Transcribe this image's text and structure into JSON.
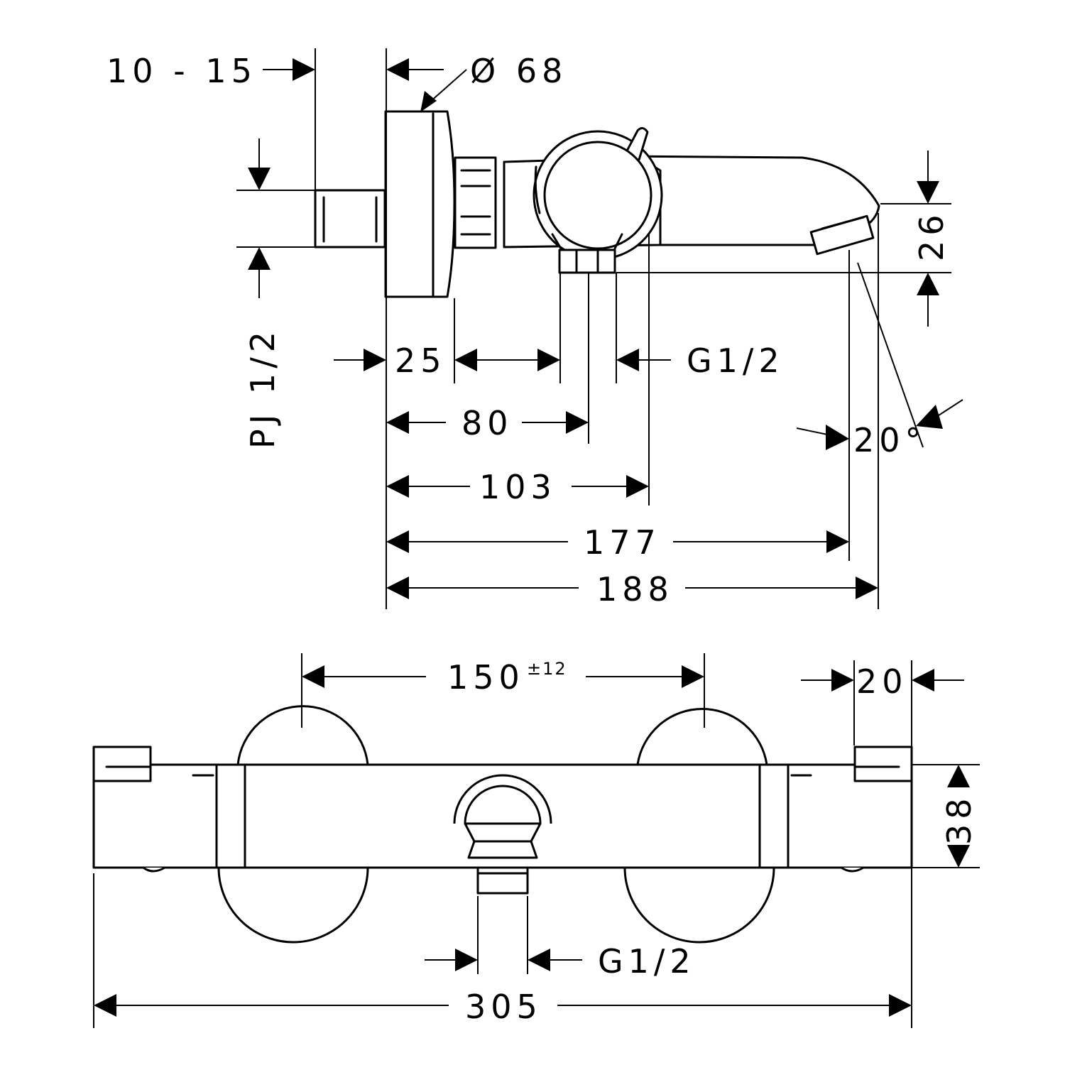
{
  "side_view": {
    "labels": {
      "wall_depth": "10 - 15",
      "diameter": "Ø 68",
      "thread_pj": "PJ 1/2",
      "d25": "25",
      "thread_g_side": "G1/2",
      "d80": "80",
      "d103": "103",
      "d177": "177",
      "d188": "188",
      "d26": "26",
      "angle": "20°"
    }
  },
  "front_view": {
    "labels": {
      "centers": "150",
      "tolerance": "±12",
      "d20": "20",
      "d38": "38",
      "thread_g_front": "G1/2",
      "overall": "305"
    }
  },
  "colors": {
    "line": "#000000",
    "background": "#ffffff"
  }
}
